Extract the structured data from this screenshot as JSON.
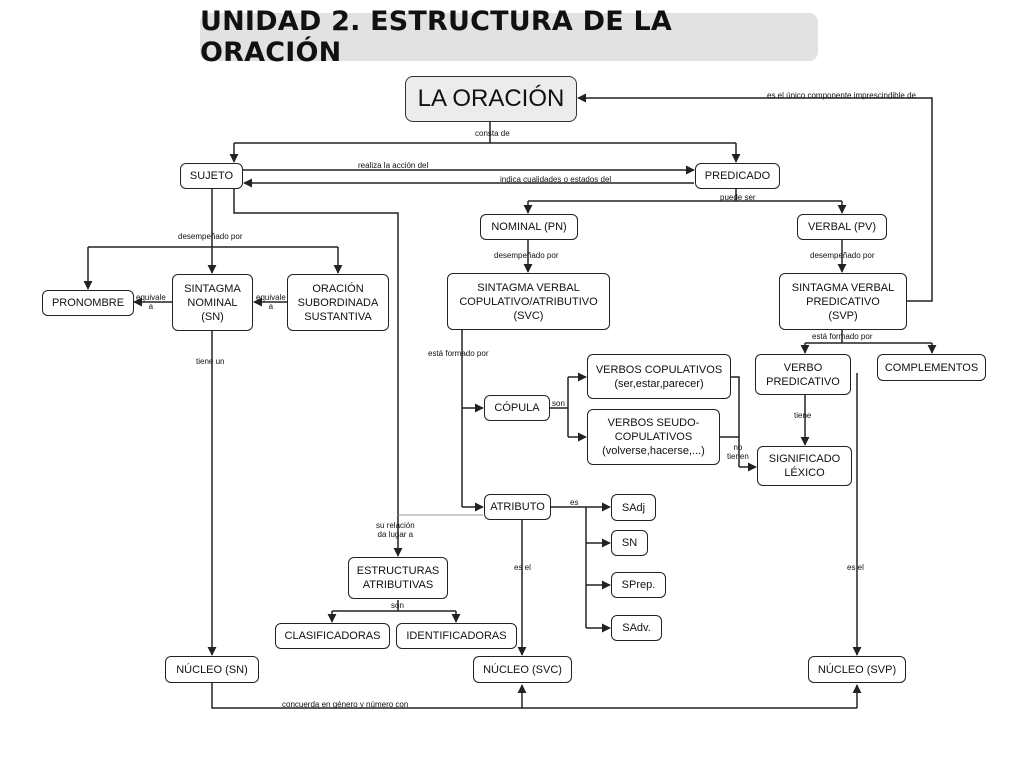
{
  "title": "UNIDAD 2. ESTRUCTURA DE LA ORACIÓN",
  "nodes": {
    "oracion": "LA ORACIÓN",
    "sujeto": "SUJETO",
    "predicado": "PREDICADO",
    "nominal_pn": "NOMINAL (PN)",
    "verbal_pv": "VERBAL (PV)",
    "pronombre": "PRONOMBRE",
    "sintagma_nominal": "SINTAGMA\nNOMINAL\n(SN)",
    "oracion_subordinada": "ORACIÓN\nSUBORDINADA\nSUSTANTIVA",
    "svc": "SINTAGMA VERBAL\nCOPULATIVO/ATRIBUTIVO\n(SVC)",
    "svp": "SINTAGMA VERBAL\nPREDICATIVO\n(SVP)",
    "verbos_copulativos": "VERBOS COPULATIVOS\n(ser,estar,parecer)",
    "verbos_seudo": "VERBOS SEUDO-\nCOPULATIVOS\n(volverse,hacerse,...)",
    "copula": "CÓPULA",
    "verbo_predicativo": "VERBO\nPREDICATIVO",
    "complementos": "COMPLEMENTOS",
    "significado_lexico": "SIGNIFICADO\nLÉXICO",
    "atributo": "ATRIBUTO",
    "sadj": "SAdj",
    "sn": "SN",
    "sprep": "SPrep.",
    "sadv": "SAdv.",
    "estructuras_atributivas": "ESTRUCTURAS\nATRIBUTIVAS",
    "clasificadoras": "CLASIFICADORAS",
    "identificadoras": "IDENTIFICADORAS",
    "nucleo_sn": "NÚCLEO (SN)",
    "nucleo_svc": "NÚCLEO (SVC)",
    "nucleo_svp": "NÚCLEO (SVP)"
  },
  "links": {
    "consta_de": "consta de",
    "unico_componente": "es el único componente imprescindible de",
    "realiza_accion": "realiza la acción del",
    "indica_cualidades": "indica cualidades o estados del",
    "puede_ser": "puede ser",
    "desempenado_sujeto": "desempeñado por",
    "desempenado_pn": "desempeñado por",
    "desempenado_pv": "desempeñado por",
    "equivale_1": "equivale\na",
    "equivale_2": "equivale\na",
    "esta_formado_svc": "está formado por",
    "esta_formado_svp": "está formado por",
    "tiene_un": "tiene un",
    "son_copula": "son",
    "no_tienen": "no\ntienen",
    "tiene": "tiene",
    "es_atributo": "es",
    "su_relacion": "su relación\nda lugar a",
    "son_estructuras": "son",
    "es_el_svc": "es el",
    "es_el_svp": "es el",
    "concuerda": "concuerda en género y número con"
  }
}
